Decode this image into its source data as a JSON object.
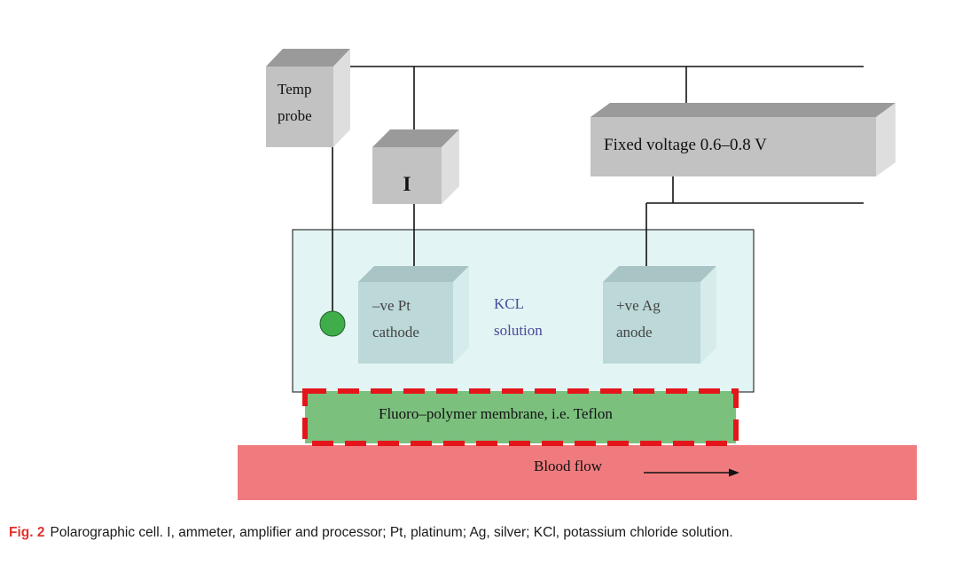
{
  "diagram": {
    "temp_probe": {
      "line1": "Temp",
      "line2": "probe"
    },
    "ammeter": {
      "label": "I"
    },
    "fixed_voltage": {
      "label": "Fixed voltage 0.6–0.8 V"
    },
    "cathode": {
      "line1": "–ve Pt",
      "line2": "cathode"
    },
    "solution": {
      "line1": "KCL",
      "line2": "solution"
    },
    "anode": {
      "line1": "+ve Ag",
      "line2": "anode"
    },
    "membrane": {
      "label": "Fluoro–polymer membrane, i.e. Teflon"
    },
    "blood": {
      "label": "Blood flow"
    }
  },
  "caption": {
    "fig_label": "Fig. 2",
    "text": "Polarographic cell. I, ammeter, amplifier and processor; Pt, platinum; Ag, silver; KCl, potassium chloride solution."
  },
  "colors": {
    "box_front": "#c2c2c2",
    "box_top": "#9a9a9a",
    "box_side": "#dedede",
    "solution_fill": "#e2f4f4",
    "electrode_front": "#bcd8d8",
    "membrane_fill": "#7cc07e",
    "membrane_border": "#e4161b",
    "blood_fill": "#f07b7e",
    "probe_tip": "#3fae4a",
    "solution_text": "#4a4a9a"
  }
}
